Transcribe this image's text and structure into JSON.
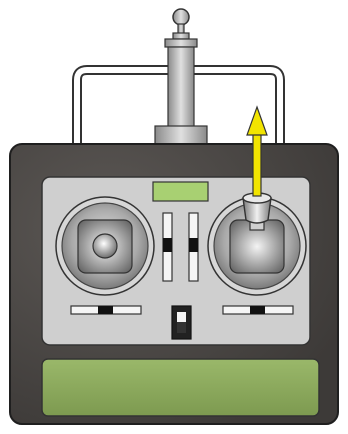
{
  "illustration": {
    "subject": "rc-transmitter",
    "colors": {
      "body": "#4a4745",
      "body_outline": "#222222",
      "faceplate": "#cfcfcf",
      "handle": "#ffffff",
      "handle_outline": "#333333",
      "antenna": "#b0b0b0",
      "lcd_small": "#a8d072",
      "lcd_large": "#8ba85c",
      "gimbal_ring": "#9a9a9a",
      "gimbal_inner": "#c8c8c8",
      "arrow": "#f2e400",
      "slider_knob": "#111111",
      "switch": "#222222"
    },
    "icons": {
      "left_stick": "joystick-icon",
      "right_stick": "joystick-icon",
      "movement_arrow": "up-arrow-icon",
      "power_switch": "toggle-switch-icon"
    },
    "controls": {
      "right_stick_direction": "up",
      "power_switch_state": "on"
    }
  }
}
